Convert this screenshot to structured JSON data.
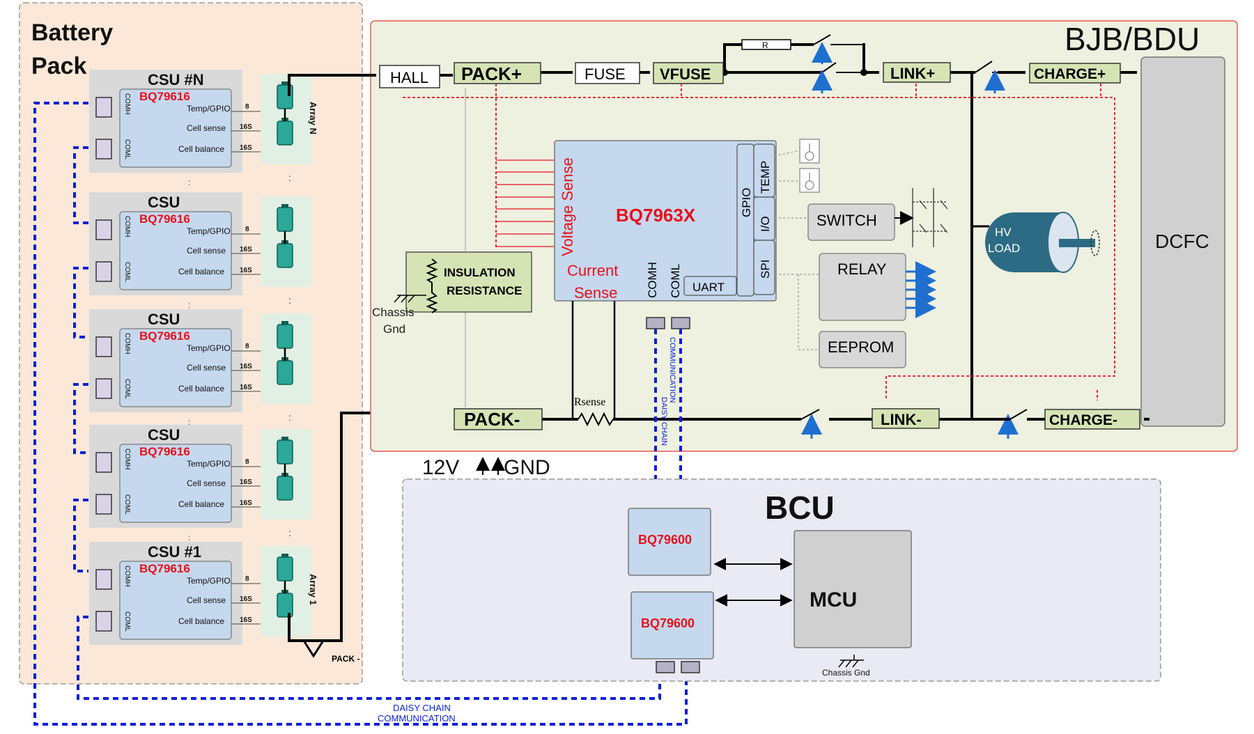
{
  "battery_pack": {
    "title_line1": "Battery",
    "title_line2": "Pack",
    "csus": [
      {
        "title": "CSU #N",
        "chip": "BQ79616",
        "array_label": "Array N"
      },
      {
        "title": "CSU",
        "chip": "BQ79616",
        "array_label": ""
      },
      {
        "title": "CSU",
        "chip": "BQ79616",
        "array_label": ""
      },
      {
        "title": "CSU",
        "chip": "BQ79616",
        "array_label": ""
      },
      {
        "title": "CSU #1",
        "chip": "BQ79616",
        "array_label": "Array 1"
      }
    ],
    "pin_comh": "COMH",
    "pin_coml": "COML",
    "sig_temp": "Temp/GPIO",
    "sig_cell_sense": "Cell sense",
    "sig_cell_balance": "Cell balance",
    "wire_8": "8",
    "wire_16s": "16S",
    "dots": ":",
    "pack_minus_ground": "PACK -"
  },
  "bjb": {
    "title": "BJB/BDU",
    "hall": "HALL",
    "pack_plus": "PACK+",
    "fuse": "FUSE",
    "vfuse": "VFUSE",
    "resistor": "R",
    "link_plus": "LINK+",
    "charge_plus": "CHARGE+",
    "dcfc": "DCFC",
    "hv_load_1": "HV",
    "hv_load_2": "LOAD",
    "monitor": {
      "name": "BQ7963X",
      "voltage_sense": "Voltage Sense",
      "current_1": "Current",
      "current_2": "Sense",
      "comh": "COMH",
      "coml": "COML",
      "uart": "UART",
      "gpio": "GPIO",
      "temp": "TEMP",
      "io": "I/O",
      "spi": "SPI"
    },
    "switch": "SWITCH",
    "relay": "RELAY",
    "eeprom": "EEPROM",
    "insulation_1": "INSULATION",
    "insulation_2": "RESISTANCE",
    "chassis_1": "Chassis",
    "chassis_2": "Gnd",
    "rsense": "Rsense",
    "pack_minus": "PACK-",
    "link_minus": "LINK-",
    "charge_minus": "CHARGE-",
    "daisy_1": "DAISY CHAIN",
    "daisy_2": "COMMUNICATION"
  },
  "supply": {
    "v12": "12V",
    "gnd": "GND"
  },
  "bcu": {
    "title": "BCU",
    "bridge_1": "BQ79600",
    "bridge_2": "BQ79600",
    "mcu": "MCU",
    "chassis_gnd": "Chassis Gnd",
    "daisy_1": "DAISY CHAIN",
    "daisy_2": "COMMUNICATION"
  },
  "colors": {
    "pack_bg": "#fbe8d8",
    "bjb_bg": "#eef0e0",
    "bjb_border": "#e8584f",
    "bcu_bg": "#eaeaf4",
    "chip_fill": "#c5d8ee",
    "node_fill": "#d6e4b5",
    "csu_fill": "#d9d9d9",
    "accent_red": "#e8101a",
    "daisy_blue": "#0a1fd6",
    "hv_teal": "#2d6b84",
    "cell_teal": "#2aa898"
  }
}
